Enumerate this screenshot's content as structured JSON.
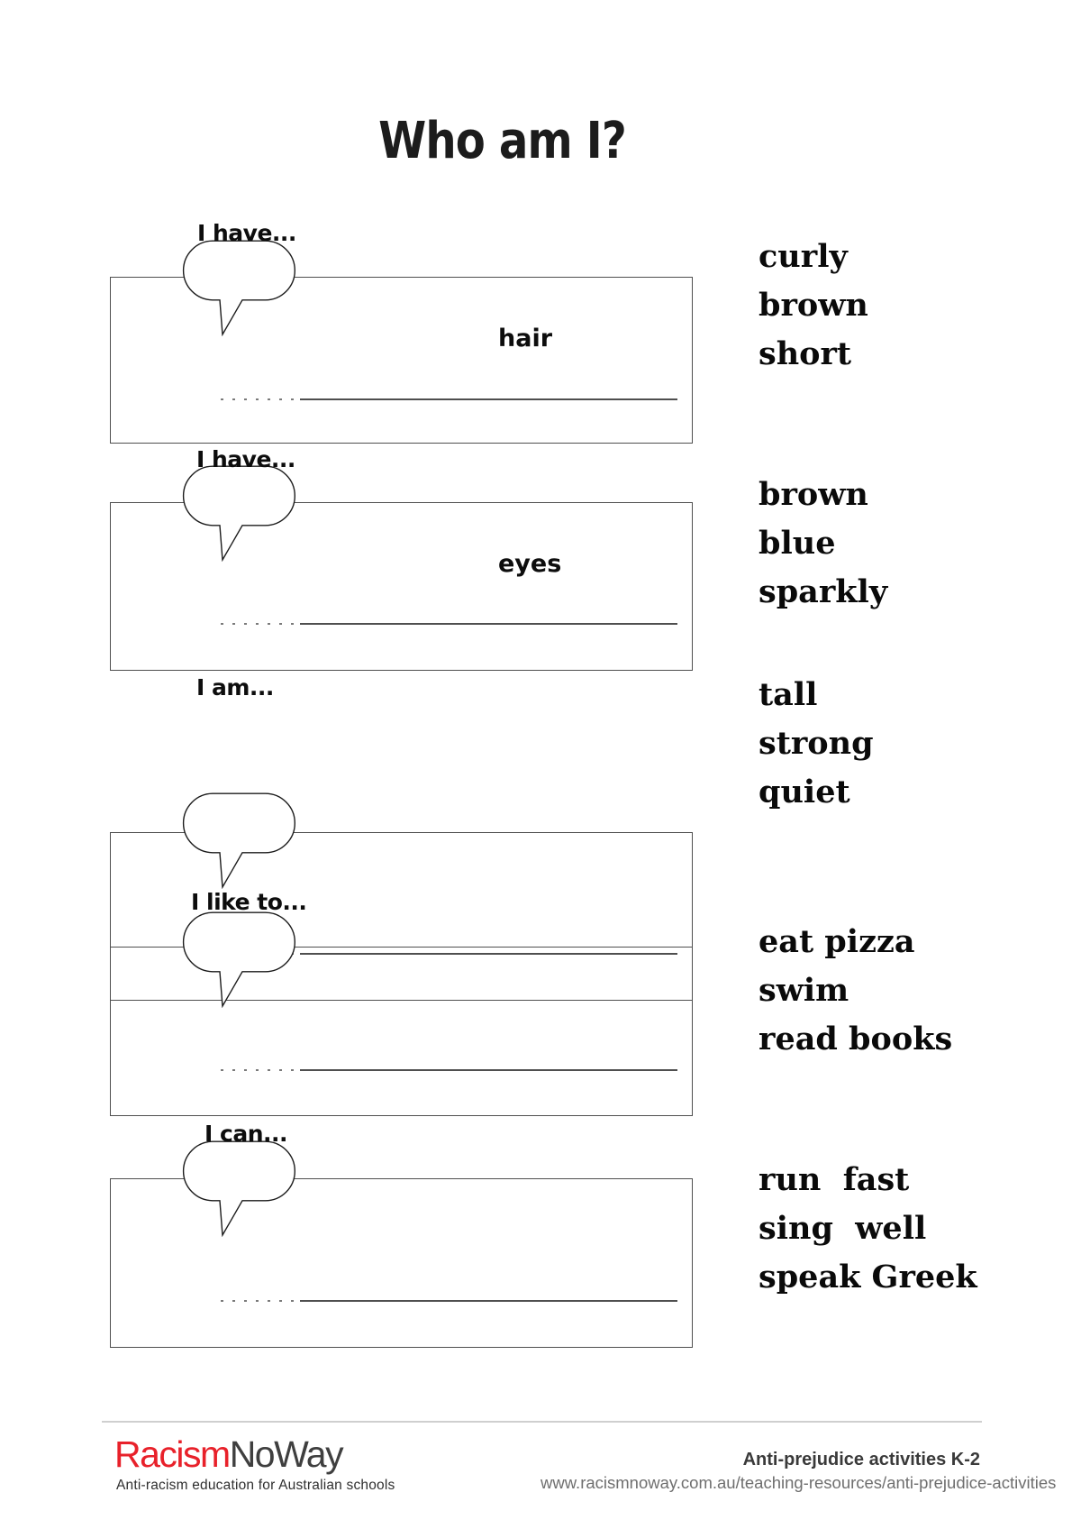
{
  "title": "Who am I?",
  "sections": [
    {
      "prompt": "I have...",
      "keyword": "hair",
      "options": [
        "curly",
        "brown",
        "short"
      ]
    },
    {
      "prompt": "I have...",
      "keyword": "eyes",
      "options": [
        "brown",
        "blue",
        "sparkly"
      ]
    },
    {
      "prompt": "I am...",
      "keyword": "",
      "options": [
        "tall",
        "strong",
        "quiet"
      ]
    },
    {
      "prompt": "I like to...",
      "keyword": "",
      "options": [
        "eat pizza",
        "swim",
        "read books"
      ]
    },
    {
      "prompt": "I can...",
      "keyword": "",
      "options": [
        "run  fast",
        "sing  well",
        "speak Greek"
      ]
    }
  ],
  "footer": {
    "brand_red": "Racism",
    "brand_dark": "NoWay",
    "tagline": "Anti-racism education for Australian schools",
    "doc_title": "Anti-prejudice activities K-2",
    "url": "www.racismnoway.com.au/teaching-resources/anti-prejudice-activities"
  },
  "colors": {
    "brand_red": "#e8212a",
    "ink": "#111111",
    "line": "#4f4f4f"
  }
}
